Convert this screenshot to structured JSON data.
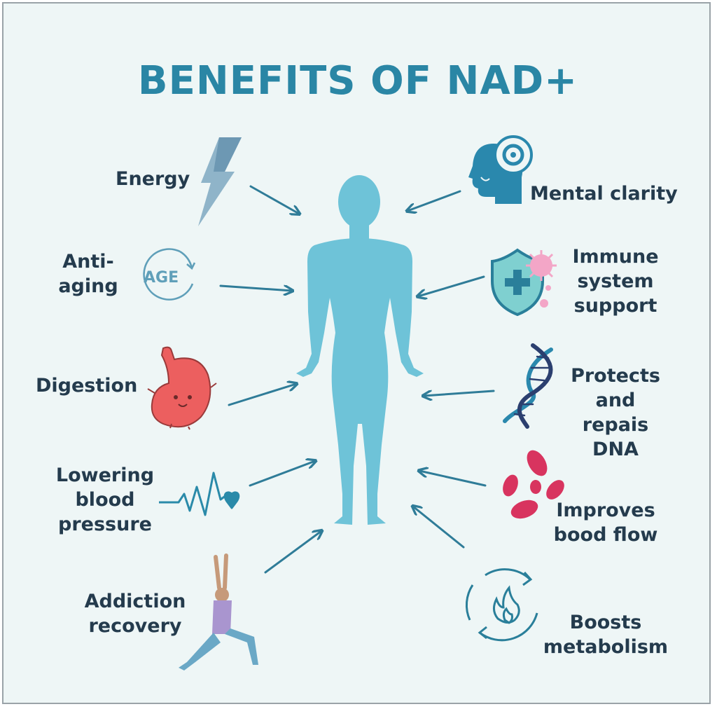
{
  "title": "BENEFITS OF NAD+",
  "benefits": {
    "energy": "Energy",
    "anti_aging_1": "Anti-",
    "anti_aging_2": "aging",
    "age_icon_text": "AGE",
    "digestion": "Digestion",
    "blood_pressure_1": "Lowering",
    "blood_pressure_2": "blood",
    "blood_pressure_3": "pressure",
    "addiction_1": "Addiction",
    "addiction_2": "recovery",
    "mental_clarity": "Mental clarity",
    "immune_1": "Immune",
    "immune_2": "system",
    "immune_3": "support",
    "dna_1": "Protects",
    "dna_2": "and",
    "dna_3": "repais",
    "dna_4": "DNA",
    "blood_flow_1": "Improves",
    "blood_flow_2": "bood flow",
    "metabolism_1": "Boosts",
    "metabolism_2": "metabolism"
  },
  "icons": {
    "energy": "lightning-bolt-icon",
    "anti_aging": "age-cycle-icon",
    "digestion": "stomach-icon",
    "blood_pressure": "heartbeat-icon",
    "addiction": "yoga-pose-icon",
    "mental_clarity": "head-gear-icon",
    "immune": "shield-virus-icon",
    "dna": "dna-helix-icon",
    "blood_flow": "blood-cells-icon",
    "metabolism": "fire-cycle-icon"
  },
  "colors": {
    "title": "#2a86a5",
    "text": "#243b4d",
    "body": "#6ec3d8",
    "arrow": "#2f7c98",
    "background": "#eef6f6",
    "accent_red": "#d8345f",
    "accent_pink": "#f3a6c7"
  }
}
